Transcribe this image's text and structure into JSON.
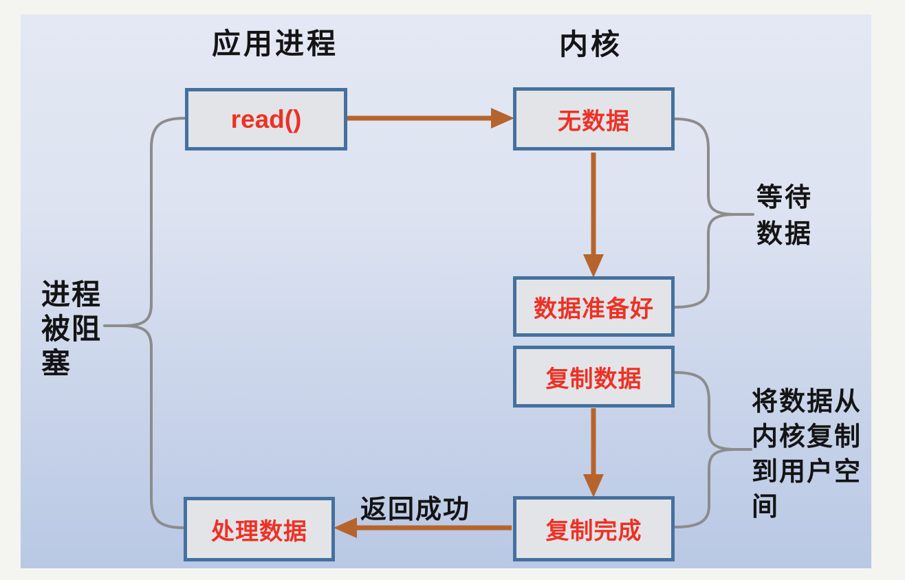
{
  "columns": [
    {
      "id": "app-process",
      "label": "应用进程"
    },
    {
      "id": "kernel",
      "label": "内核"
    }
  ],
  "nodes": [
    {
      "id": "read",
      "label": "read()"
    },
    {
      "id": "no-data",
      "label": "无数据"
    },
    {
      "id": "data-ready",
      "label": "数据准备好"
    },
    {
      "id": "copy-data",
      "label": "复制数据"
    },
    {
      "id": "copy-complete",
      "label": "复制完成"
    },
    {
      "id": "process-data",
      "label": "处理数据"
    }
  ],
  "edge_labels": [
    {
      "id": "return-success",
      "label": "返回成功"
    }
  ],
  "annotations": [
    {
      "id": "process-blocked",
      "text": "进程被阻塞",
      "lines": [
        "进程",
        "被阻",
        "塞"
      ]
    },
    {
      "id": "wait-data",
      "text": "等待数据",
      "lines": [
        "等待",
        "数据"
      ]
    },
    {
      "id": "copy-kernel-to-user",
      "text": "将数据从内核复制到用户空间",
      "lines": [
        "将数据从",
        "内核复制",
        "到用户空",
        "间"
      ]
    }
  ],
  "colors": {
    "outer_background": "#f4f4f1",
    "panel_gradient_top": "#e4e8f4",
    "panel_gradient_bottom": "#b9c8e4",
    "box_fill": "#e3e4e8",
    "box_border": "#44719f",
    "box_text_red": "#ee3124",
    "arrow_orange": "#b6642c",
    "brace_gray": "#8c8c8c",
    "label_black": "#141414"
  }
}
